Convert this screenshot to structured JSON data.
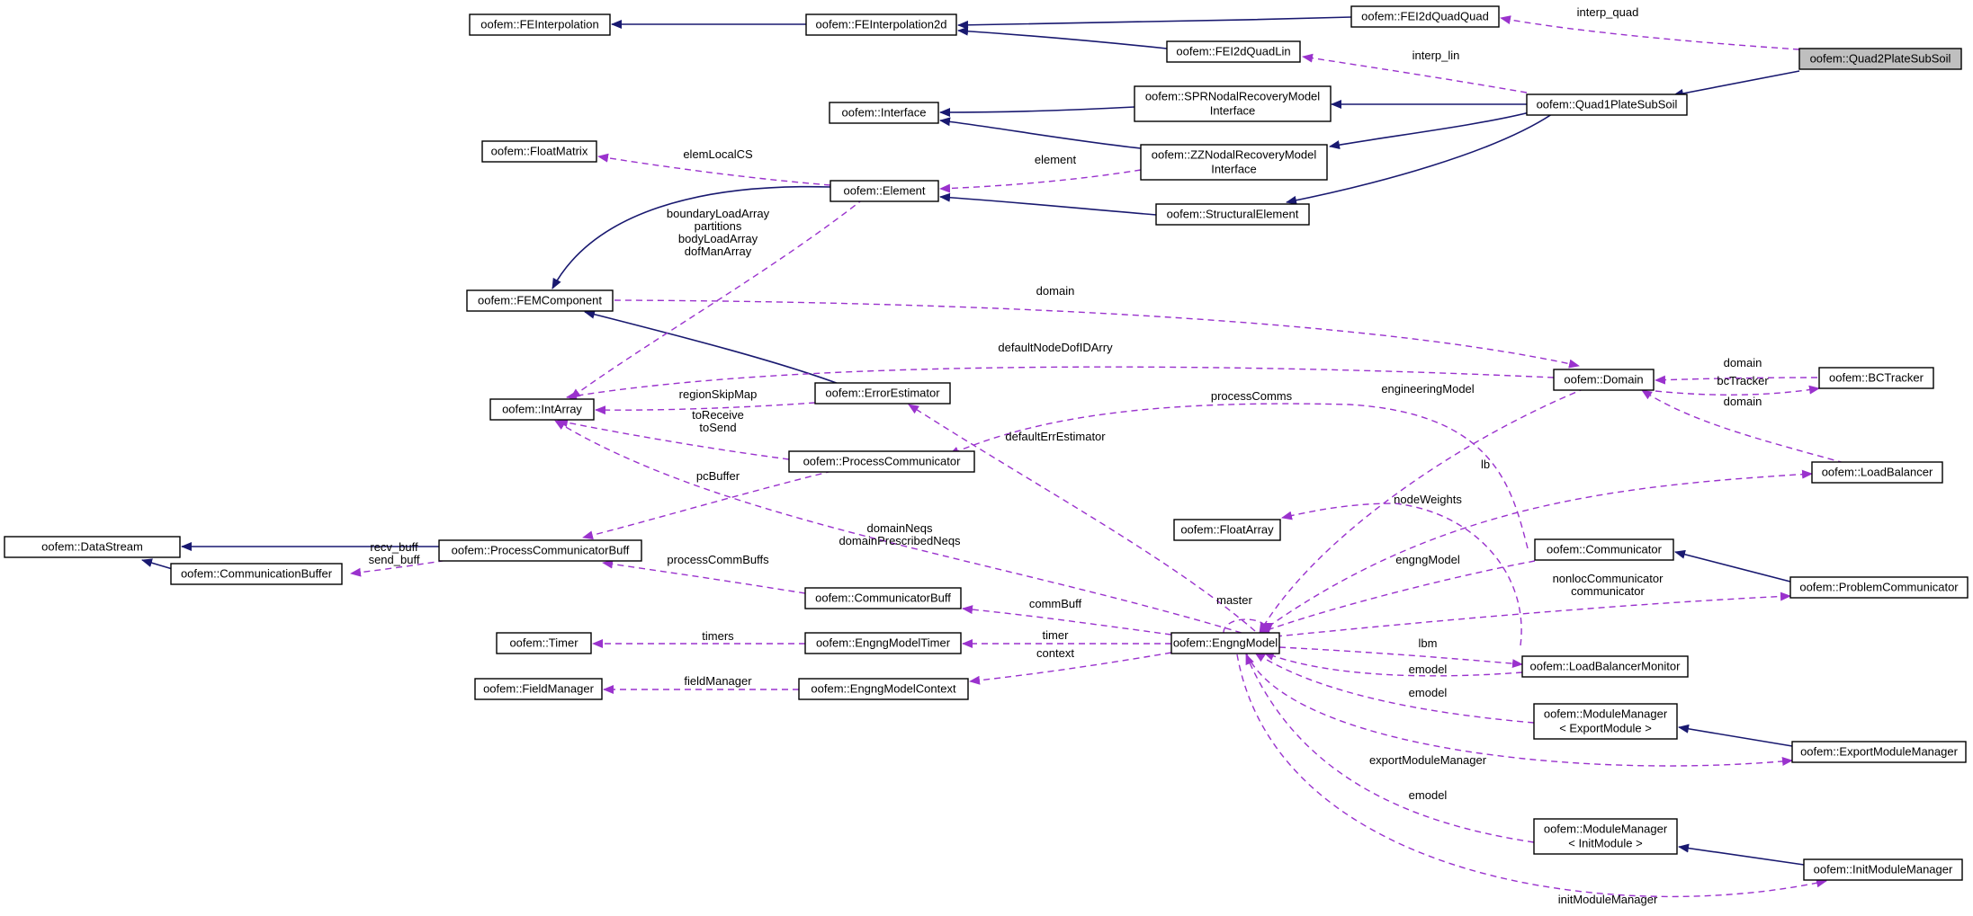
{
  "colors": {
    "inherit": "#191970",
    "usage": "#9a32cd",
    "highlight": "#bfbfbf"
  },
  "nodes": {
    "quad2": {
      "lines": [
        "oofem::Quad2PlateSubSoil"
      ]
    },
    "quad1": {
      "lines": [
        "oofem::Quad1PlateSubSoil"
      ]
    },
    "fei2dquadquad": {
      "lines": [
        "oofem::FEI2dQuadQuad"
      ]
    },
    "fei2dquadlin": {
      "lines": [
        "oofem::FEI2dQuadLin"
      ]
    },
    "feinterp2d": {
      "lines": [
        "oofem::FEInterpolation2d"
      ]
    },
    "feinterp": {
      "lines": [
        "oofem::FEInterpolation"
      ]
    },
    "spr": {
      "lines": [
        "oofem::SPRNodalRecoveryModel",
        "Interface"
      ]
    },
    "zz": {
      "lines": [
        "oofem::ZZNodalRecoveryModel",
        "Interface"
      ]
    },
    "interface": {
      "lines": [
        "oofem::Interface"
      ]
    },
    "floatmatrix": {
      "lines": [
        "oofem::FloatMatrix"
      ]
    },
    "element": {
      "lines": [
        "oofem::Element"
      ]
    },
    "structelem": {
      "lines": [
        "oofem::StructuralElement"
      ]
    },
    "femcomp": {
      "lines": [
        "oofem::FEMComponent"
      ]
    },
    "intarray": {
      "lines": [
        "oofem::IntArray"
      ]
    },
    "errest": {
      "lines": [
        "oofem::ErrorEstimator"
      ]
    },
    "domain": {
      "lines": [
        "oofem::Domain"
      ]
    },
    "bctracker": {
      "lines": [
        "oofem::BCTracker"
      ]
    },
    "loadbal": {
      "lines": [
        "oofem::LoadBalancer"
      ]
    },
    "proccomm": {
      "lines": [
        "oofem::ProcessCommunicator"
      ]
    },
    "floatarray": {
      "lines": [
        "oofem::FloatArray"
      ]
    },
    "datastream": {
      "lines": [
        "oofem::DataStream"
      ]
    },
    "commbuffer": {
      "lines": [
        "oofem::CommunicationBuffer"
      ]
    },
    "pcbuff": {
      "lines": [
        "oofem::ProcessCommunicatorBuff"
      ]
    },
    "communicator": {
      "lines": [
        "oofem::Communicator"
      ]
    },
    "probcomm": {
      "lines": [
        "oofem::ProblemCommunicator"
      ]
    },
    "commbuff": {
      "lines": [
        "oofem::CommunicatorBuff"
      ]
    },
    "timer": {
      "lines": [
        "oofem::Timer"
      ]
    },
    "emtimer": {
      "lines": [
        "oofem::EngngModelTimer"
      ]
    },
    "engng": {
      "lines": [
        "oofem::EngngModel"
      ]
    },
    "lbmon": {
      "lines": [
        "oofem::LoadBalancerMonitor"
      ]
    },
    "fieldmgr": {
      "lines": [
        "oofem::FieldManager"
      ]
    },
    "emcontext": {
      "lines": [
        "oofem::EngngModelContext"
      ]
    },
    "mmexport": {
      "lines": [
        "oofem::ModuleManager",
        "< ExportModule >"
      ]
    },
    "exportmgr": {
      "lines": [
        "oofem::ExportModuleManager"
      ]
    },
    "mminit": {
      "lines": [
        "oofem::ModuleManager",
        "< InitModule >"
      ]
    },
    "initmgr": {
      "lines": [
        "oofem::InitModuleManager"
      ]
    }
  },
  "edge_labels": {
    "interp_quad": [
      "interp_quad"
    ],
    "interp_lin": [
      "interp_lin"
    ],
    "elemLocalCS": [
      "elemLocalCS"
    ],
    "element": [
      "element"
    ],
    "intarray_multi": [
      "boundaryLoadArray",
      "partitions",
      "bodyLoadArray",
      "dofManArray"
    ],
    "domain_fem": [
      "domain"
    ],
    "defaultNodeDofIDArry": [
      "defaultNodeDofIDArry"
    ],
    "regionSkipMap": [
      "regionSkipMap"
    ],
    "toReceive": [
      "toReceive",
      "toSend"
    ],
    "processComms": [
      "processComms"
    ],
    "defaultErrEstimator": [
      "defaultErrEstimator"
    ],
    "engineeringModel": [
      "engineeringModel"
    ],
    "domain_bct": [
      "domain"
    ],
    "bcTracker": [
      "bcTracker"
    ],
    "domain_lb": [
      "domain"
    ],
    "lb": [
      "lb"
    ],
    "nodeWeights": [
      "nodeWeights"
    ],
    "pcBuffer": [
      "pcBuffer"
    ],
    "domainNeqs": [
      "domainNeqs",
      "domainPrescribedNeqs"
    ],
    "recvbuff": [
      "recv_buff",
      "send_buff"
    ],
    "processCommBuffs": [
      "processCommBuffs"
    ],
    "engngModel": [
      "engngModel"
    ],
    "nonloc": [
      "nonlocCommunicator",
      "communicator"
    ],
    "master": [
      "master"
    ],
    "commBuff": [
      "commBuff"
    ],
    "timers": [
      "timers"
    ],
    "timer": [
      "timer"
    ],
    "context": [
      "context"
    ],
    "fieldManager": [
      "fieldManager"
    ],
    "lbm": [
      "lbm"
    ],
    "emodel_lbm": [
      "emodel"
    ],
    "emodel_exp": [
      "emodel"
    ],
    "exportModuleManager": [
      "exportModuleManager"
    ],
    "emodel_init": [
      "emodel"
    ],
    "initModuleManager": [
      "initModuleManager"
    ]
  }
}
